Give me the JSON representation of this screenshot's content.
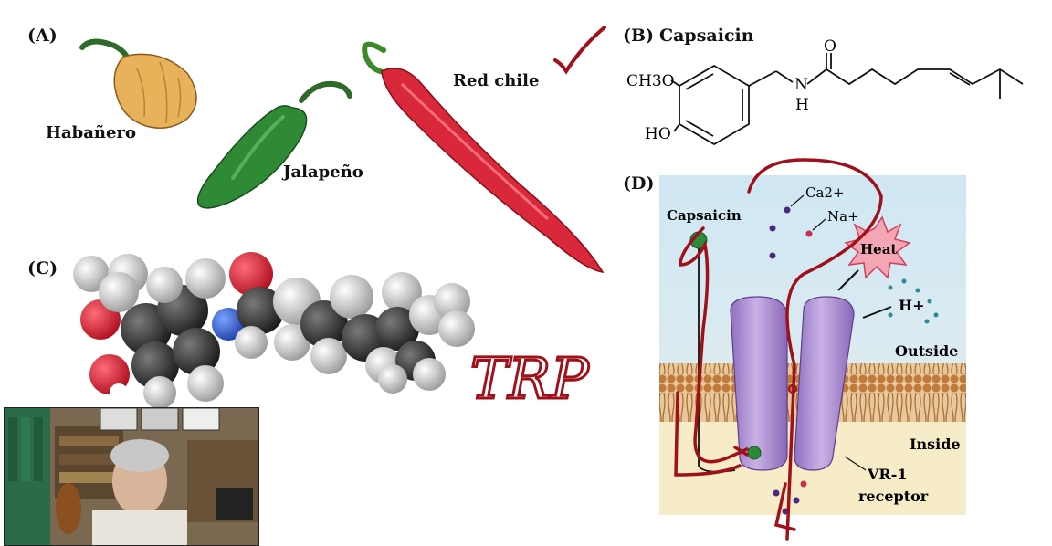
{
  "panel_a": {
    "label": "(A)",
    "peppers": [
      "Habañero",
      "Jalapeño",
      "Red chile"
    ]
  },
  "panel_b": {
    "label": "(B)",
    "title": "Capsaicin",
    "atom_labels": {
      "oxygen": "O",
      "nitrogen": "N",
      "hydrogen": "H",
      "methoxy": "CH3O",
      "hydroxyl": "HO"
    }
  },
  "panel_c": {
    "label": "(C)"
  },
  "annotation": {
    "handwriting": "TRP"
  },
  "panel_d": {
    "label": "(D)",
    "capsaicin": "Capsaicin",
    "ions": [
      "Ca2+",
      "Na+"
    ],
    "heat": "Heat",
    "proton": "H+",
    "outside": "Outside",
    "inside": "Inside",
    "receptor": [
      "VR-1",
      "receptor"
    ]
  },
  "colors": {
    "annotation_red": "#a0101a",
    "membrane_tan": "#c8924c",
    "channel_purple": "#b59ad6",
    "background_blue": "#cfe7f3",
    "background_cream": "#f7ecc8"
  }
}
